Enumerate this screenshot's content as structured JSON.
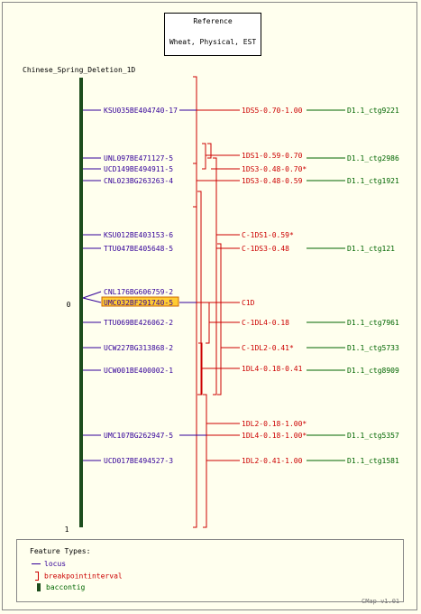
{
  "reference_box": {
    "line1": "Reference",
    "line2": "Wheat, Physical, EST"
  },
  "map_title": "Chinese_Spring_Deletion_1D",
  "axis": {
    "start_label": "0",
    "end_label": "1"
  },
  "loci": [
    {
      "label": "KSU035BE404740-17",
      "highlight": false
    },
    {
      "label": "UNL097BE471127-5",
      "highlight": false
    },
    {
      "label": "UCD149BE494911-5",
      "highlight": false
    },
    {
      "label": "CNL023BG263263-4",
      "highlight": false
    },
    {
      "label": "KSU012BE403153-6",
      "highlight": false
    },
    {
      "label": "TTU047BE405648-5",
      "highlight": false
    },
    {
      "label": "CNL176BG606759-2",
      "highlight": false
    },
    {
      "label": "UMC032BF291740-5",
      "highlight": true
    },
    {
      "label": "TTU069BE426062-2",
      "highlight": false
    },
    {
      "label": "UCW227BG313868-2",
      "highlight": false
    },
    {
      "label": "UCW001BE400002-1",
      "highlight": false
    },
    {
      "label": "UMC107BG262947-5",
      "highlight": false
    },
    {
      "label": "UCD017BE494527-3",
      "highlight": false
    }
  ],
  "intervals": [
    "1DS5-0.70-1.00",
    "1DS1-0.59-0.70",
    "1DS3-0.48-0.70*",
    "1DS3-0.48-0.59",
    "C-1DS1-0.59*",
    "C-1DS3-0.48",
    "C1D",
    "C-1DL4-0.18",
    "C-1DL2-0.41*",
    "1DL4-0.18-0.41",
    "1DL2-0.18-1.00*",
    "1DL4-0.18-1.00*",
    "1DL2-0.41-1.00"
  ],
  "contigs": [
    "D1.1_ctg9221",
    "D1.1_ctg2986",
    "D1.1_ctg1921",
    "D1.1_ctg121",
    "D1.1_ctg7961",
    "D1.1_ctg5733",
    "D1.1_ctg8909",
    "D1.1_ctg5357",
    "D1.1_ctg1581"
  ],
  "legend": {
    "title": "Feature Types:",
    "items": [
      {
        "label": "locus",
        "symbol": "line"
      },
      {
        "label": "breakpointinterval",
        "symbol": "bracket"
      },
      {
        "label": "baccontig",
        "symbol": "bar"
      }
    ]
  },
  "version": "CMap v1.01",
  "colors": {
    "background": "#ffffee",
    "locus": "#330099",
    "interval": "#cc0000",
    "contig": "#006600",
    "axis_bar": "#1d4d1d",
    "highlight": "#ffcc33"
  }
}
